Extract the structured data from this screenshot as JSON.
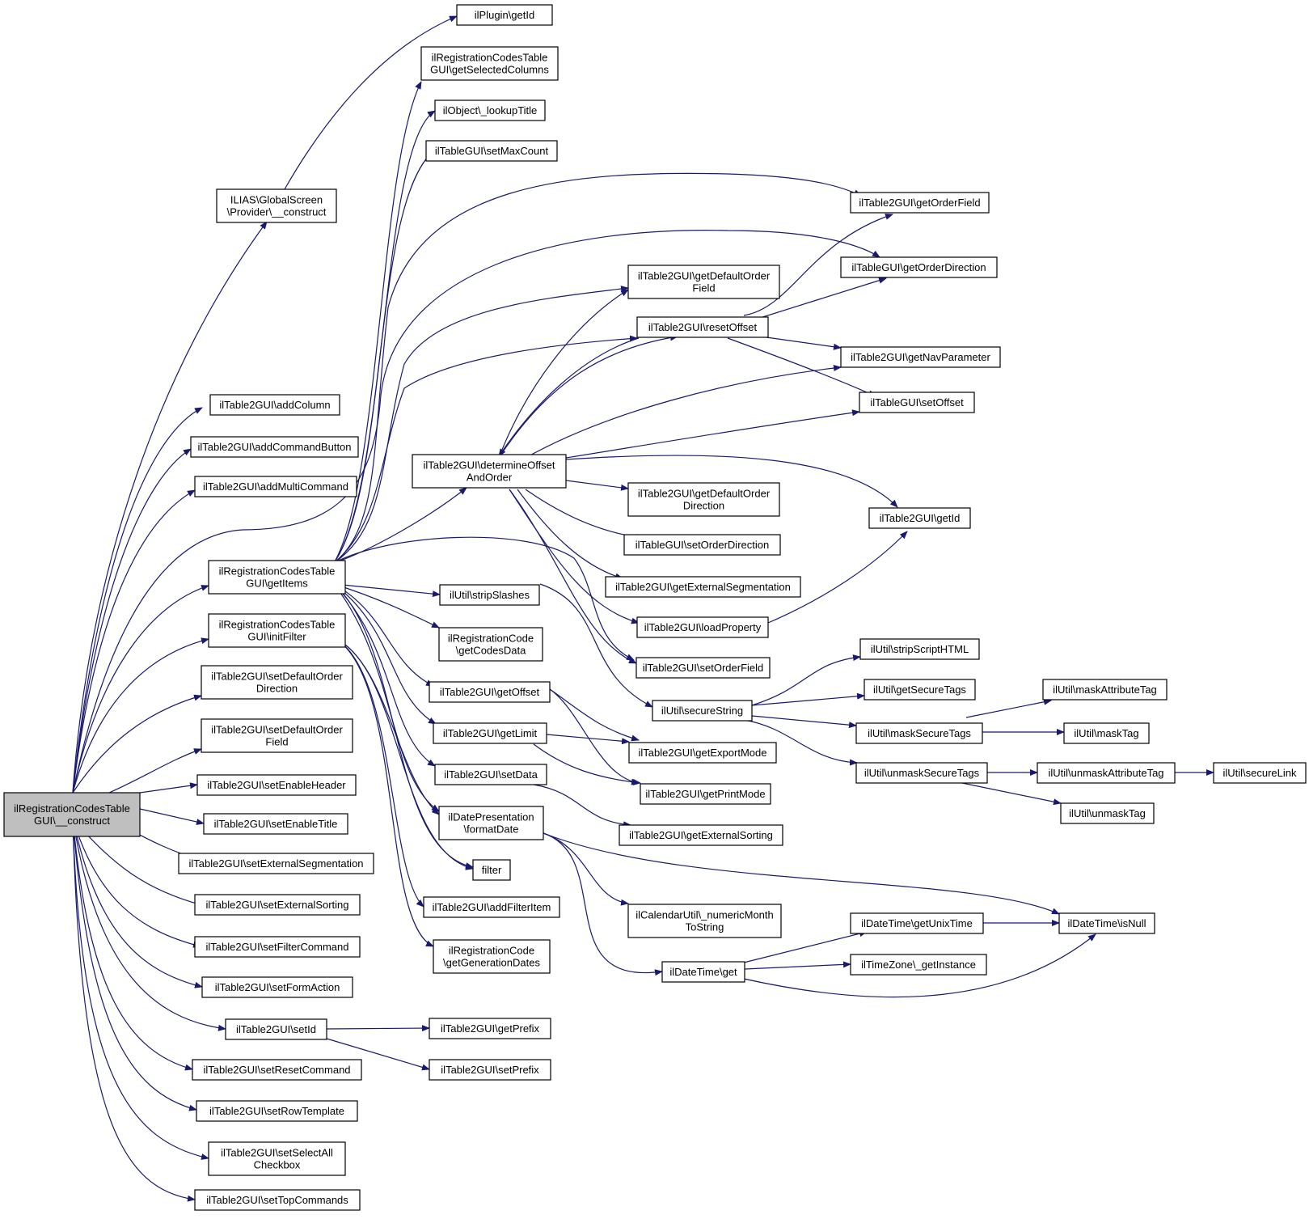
{
  "colors": {
    "edge": "#191970",
    "node_border": "#000000",
    "node_fill": "#ffffff",
    "root_fill": "#bfbfbf"
  },
  "nodes": {
    "root": [
      "ilRegistrationCodesTable",
      "GUI\\__construct"
    ],
    "gs_construct": [
      "ILIAS\\GlobalScreen",
      "\\Provider\\__construct"
    ],
    "plugin_getid": [
      "ilPlugin\\getId"
    ],
    "rct_getselectedcolumns": [
      "ilRegistrationCodesTable",
      "GUI\\getSelectedColumns"
    ],
    "object_lookuptitle": [
      "ilObject\\_lookupTitle"
    ],
    "tablegui_setmaxcount": [
      "ilTableGUI\\setMaxCount"
    ],
    "t2_getorderfield": [
      "ilTable2GUI\\getOrderField"
    ],
    "tablegui_getorderdirection": [
      "ilTableGUI\\getOrderDirection"
    ],
    "t2_getdefaultorderfield": [
      "ilTable2GUI\\getDefaultOrder",
      "Field"
    ],
    "t2_resetoffset": [
      "ilTable2GUI\\resetOffset"
    ],
    "t2_getnavparameter": [
      "ilTable2GUI\\getNavParameter"
    ],
    "tablegui_setoffset": [
      "ilTableGUI\\setOffset"
    ],
    "t2_addcolumn": [
      "ilTable2GUI\\addColumn"
    ],
    "t2_addcommandbutton": [
      "ilTable2GUI\\addCommandButton"
    ],
    "t2_addmulticommand": [
      "ilTable2GUI\\addMultiCommand"
    ],
    "t2_determineoffsetandorder": [
      "ilTable2GUI\\determineOffset",
      "AndOrder"
    ],
    "t2_getdefaultorderdirection": [
      "ilTable2GUI\\getDefaultOrder",
      "Direction"
    ],
    "t2_getid": [
      "ilTable2GUI\\getId"
    ],
    "tablegui_setorderdirection": [
      "ilTableGUI\\setOrderDirection"
    ],
    "rct_getitems": [
      "ilRegistrationCodesTable",
      "GUI\\getItems"
    ],
    "t2_getexternalsegmentation": [
      "ilTable2GUI\\getExternalSegmentation"
    ],
    "util_stripslashes": [
      "ilUtil\\stripSlashes"
    ],
    "rct_initfilter": [
      "ilRegistrationCodesTable",
      "GUI\\initFilter"
    ],
    "t2_loadproperty": [
      "ilTable2GUI\\loadProperty"
    ],
    "rc_getcodesdata": [
      "ilRegistrationCode",
      "\\getCodesData"
    ],
    "util_stripscripthtml": [
      "ilUtil\\stripScriptHTML"
    ],
    "t2_setorderfield": [
      "ilTable2GUI\\setOrderField"
    ],
    "t2_setdefaultorderdirection": [
      "ilTable2GUI\\setDefaultOrder",
      "Direction"
    ],
    "util_getsecuretags": [
      "ilUtil\\getSecureTags"
    ],
    "util_maskattributetag": [
      "ilUtil\\maskAttributeTag"
    ],
    "t2_getoffset": [
      "ilTable2GUI\\getOffset"
    ],
    "util_securestring": [
      "ilUtil\\secureString"
    ],
    "t2_setdefaultorderfield": [
      "ilTable2GUI\\setDefaultOrder",
      "Field"
    ],
    "util_masksecuretags": [
      "ilUtil\\maskSecureTags"
    ],
    "util_masktag": [
      "ilUtil\\maskTag"
    ],
    "t2_getlimit": [
      "ilTable2GUI\\getLimit"
    ],
    "t2_getexportmode": [
      "ilTable2GUI\\getExportMode"
    ],
    "util_unmasksecuretags": [
      "ilUtil\\unmaskSecureTags"
    ],
    "util_unmaskattributetag": [
      "ilUtil\\unmaskAttributeTag"
    ],
    "util_securelink": [
      "ilUtil\\secureLink"
    ],
    "t2_setenableheader": [
      "ilTable2GUI\\setEnableHeader"
    ],
    "t2_setdata": [
      "ilTable2GUI\\setData"
    ],
    "t2_getprintmode": [
      "ilTable2GUI\\getPrintMode"
    ],
    "util_unmasktag": [
      "ilUtil\\unmaskTag"
    ],
    "t2_setenabletitle": [
      "ilTable2GUI\\setEnableTitle"
    ],
    "datepresentation_formatdate": [
      "ilDatePresentation",
      "\\formatDate"
    ],
    "t2_getexternalsorting": [
      "ilTable2GUI\\getExternalSorting"
    ],
    "t2_setexternalsegmentation": [
      "ilTable2GUI\\setExternalSegmentation"
    ],
    "filter": [
      "filter"
    ],
    "t2_setexternalsorting": [
      "ilTable2GUI\\setExternalSorting"
    ],
    "t2_addfilteritem": [
      "ilTable2GUI\\addFilterItem"
    ],
    "calendarutil_numericmonthtostring": [
      "ilCalendarUtil\\_numericMonth",
      "ToString"
    ],
    "datetime_getunixtime": [
      "ilDateTime\\getUnixTime"
    ],
    "datetime_isnull": [
      "ilDateTime\\isNull"
    ],
    "t2_setfiltercommand": [
      "ilTable2GUI\\setFilterCommand"
    ],
    "rc_getgenerationdates": [
      "ilRegistrationCode",
      "\\getGenerationDates"
    ],
    "timezone_getinstance": [
      "ilTimeZone\\_getInstance"
    ],
    "datetime_get": [
      "ilDateTime\\get"
    ],
    "t2_setformaction": [
      "ilTable2GUI\\setFormAction"
    ],
    "t2_setid": [
      "ilTable2GUI\\setId"
    ],
    "t2_getprefix": [
      "ilTable2GUI\\getPrefix"
    ],
    "t2_setresetcommand": [
      "ilTable2GUI\\setResetCommand"
    ],
    "t2_setprefix": [
      "ilTable2GUI\\setPrefix"
    ],
    "t2_setrowtemplate": [
      "ilTable2GUI\\setRowTemplate"
    ],
    "t2_setselectallcheckbox": [
      "ilTable2GUI\\setSelectAll",
      "Checkbox"
    ],
    "t2_settopcommands": [
      "ilTable2GUI\\setTopCommands"
    ]
  }
}
